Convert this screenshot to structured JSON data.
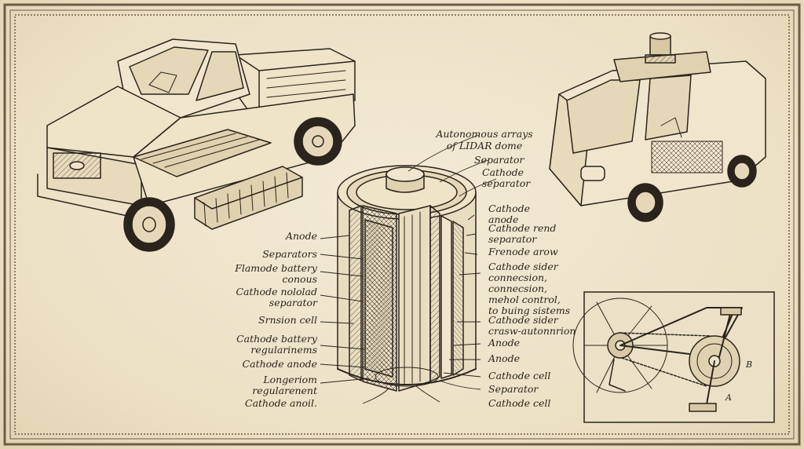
{
  "colors": {
    "paper": "#efe5cf",
    "ink": "#2b241c",
    "border": "#6b5d49"
  },
  "labels_top": {
    "lidar": [
      "Autonomous arrays",
      "of LIDAR dome"
    ],
    "separator_top": "Separator",
    "cathode_separator": [
      "Cathode",
      "separator"
    ]
  },
  "labels_left": [
    [
      "Anode"
    ],
    [
      "Separators"
    ],
    [
      "Flamode battery",
      "conous"
    ],
    [
      "Cathode nololad",
      "separator"
    ],
    [
      "Srnsion cell"
    ],
    [
      "Cathode battery",
      "regularinems"
    ],
    [
      "Cathode anode"
    ],
    [
      "Longeriom",
      "regularenent"
    ],
    [
      "Cathode anoil."
    ]
  ],
  "labels_right": [
    [
      "Cathode",
      "anode"
    ],
    [
      "Cathode rend",
      "separator"
    ],
    [
      "Frenode arow"
    ],
    [
      "Cathode sider",
      "connecsion,",
      "connecsion,",
      "mehol control,",
      "to buing sistems"
    ],
    [
      "Cathode sider",
      "crasw-autonnrion"
    ],
    [
      "Anode"
    ],
    [
      "Anode"
    ],
    [
      "Cathode cell"
    ],
    [
      "Separator"
    ],
    [
      "Cathode cell"
    ]
  ],
  "bike_marks": {
    "a": "A",
    "b": "B"
  }
}
